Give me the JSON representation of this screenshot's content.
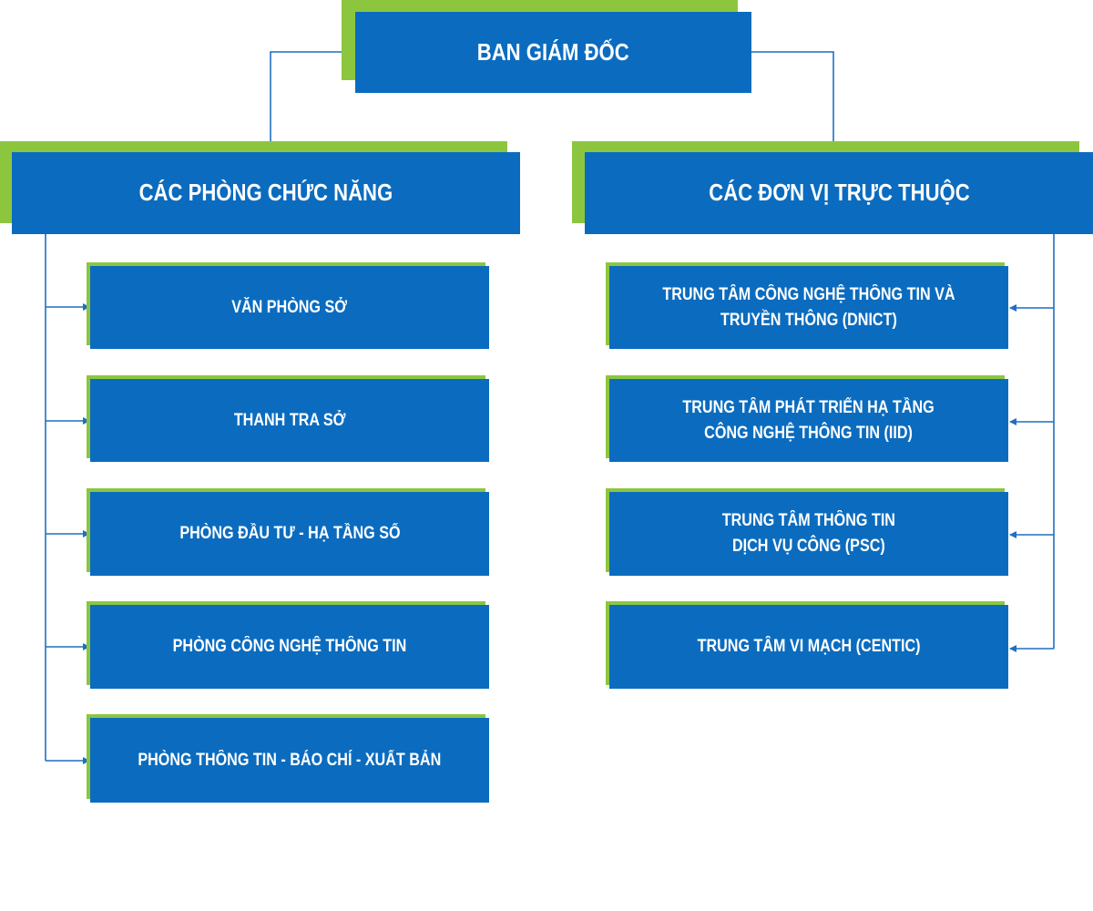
{
  "root": {
    "label": "BAN GIÁM ĐỐC"
  },
  "left_group": {
    "label": "CÁC PHÒNG CHỨC NĂNG",
    "items": [
      {
        "label": "VĂN PHÒNG SỞ"
      },
      {
        "label": "THANH TRA SỞ"
      },
      {
        "label": "PHÒNG ĐẦU TƯ - HẠ TẦNG SỐ"
      },
      {
        "label": "PHÒNG CÔNG NGHỆ THÔNG TIN"
      },
      {
        "label": "PHÒNG THÔNG TIN - BÁO CHÍ - XUẤT BẢN"
      }
    ]
  },
  "right_group": {
    "label": "CÁC ĐƠN VỊ TRỰC THUỘC",
    "items": [
      {
        "label": "TRUNG TÂM CÔNG NGHỆ THÔNG TIN VÀ\nTRUYỀN THÔNG (DNICT)"
      },
      {
        "label": "TRUNG TÂM PHÁT TRIỂN HẠ TẦNG\nCÔNG NGHỆ THÔNG TIN (IID)"
      },
      {
        "label": "TRUNG TÂM THÔNG TIN\nDỊCH VỤ CÔNG (PSC)"
      },
      {
        "label": "TRUNG TÂM VI MẠCH (CENTIC)"
      }
    ]
  },
  "colors": {
    "box": "#0b6cbf",
    "accent": "#8cc63f",
    "line": "#1f6fc0"
  }
}
